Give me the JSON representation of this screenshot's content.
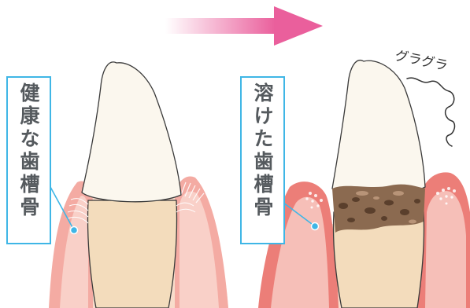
{
  "labels": {
    "healthy": "健康な歯槽骨",
    "melted": "溶けた歯槽骨",
    "wobble": "グラグラ"
  },
  "colors": {
    "label_border": "#3fb6e6",
    "label_text": "#555a5e",
    "gum_outer": "#ee8a86",
    "gum_inner": "#f7c2bd",
    "bone": "#f8dccb",
    "root": "#f3dcbc",
    "crown": "#fbf7ee",
    "tartar": "#8b6a50",
    "arrow_start": "#ffffff",
    "arrow_end": "#ea5f9c",
    "pointer_dot": "#3fb6e6"
  }
}
